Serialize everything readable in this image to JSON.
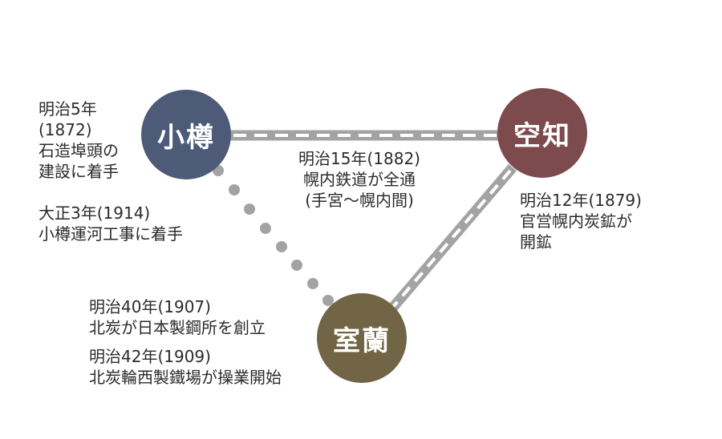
{
  "cities": {
    "otaru": {
      "name": "小樽",
      "color": "#4d5a78"
    },
    "sorachi": {
      "name": "空知",
      "color": "#7d4a4d"
    },
    "muroran": {
      "name": "室蘭",
      "color": "#726545"
    }
  },
  "notes": {
    "otaru_1872": [
      "明治5年",
      "(1872)",
      "石造埠頭の",
      "建設に着手"
    ],
    "otaru_1914": [
      "大正3年(1914)",
      "小樽運河工事に着手"
    ],
    "railway_1882": [
      "明治15年(1882)",
      "幌内鉄道が全通",
      "(手宮～幌内間)"
    ],
    "sorachi_1879": [
      "明治12年(1879)",
      "官営幌内炭鉱が",
      "開鉱"
    ],
    "muroran_1907": [
      "明治40年(1907)",
      "北炭が日本製鋼所を創立"
    ],
    "muroran_1909": [
      "明治42年(1909)",
      "北炭輪西製鐵場が操業開始"
    ]
  },
  "colors": {
    "rail_gray": "#a3a3a3",
    "dot_gray": "#a3a3a3"
  }
}
